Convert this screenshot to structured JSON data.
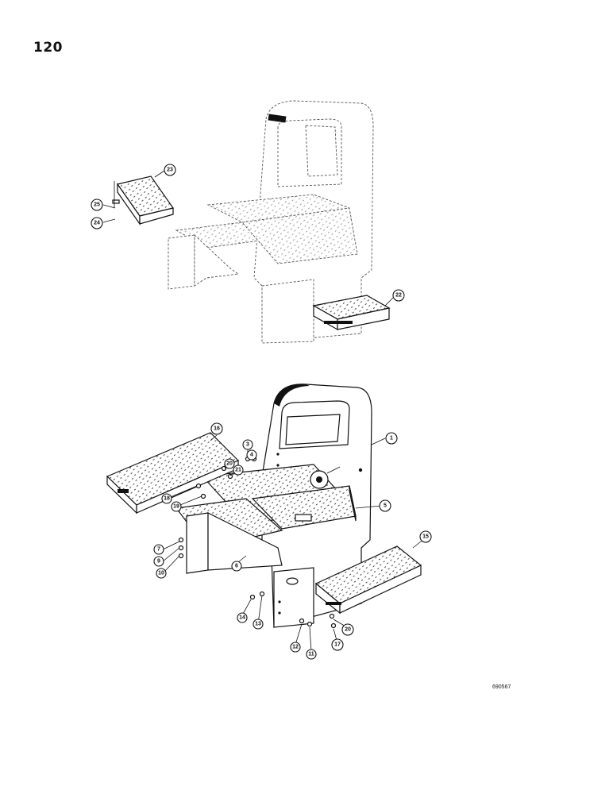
{
  "page": {
    "number": "120",
    "drawing_code": "690567"
  },
  "callouts": {
    "c1": "1",
    "c3": "3",
    "c4": "4",
    "c5": "5",
    "c6": "6",
    "c7": "7",
    "c9": "9",
    "c10": "10",
    "c11": "11",
    "c12": "12",
    "c13": "13",
    "c14": "14",
    "c15": "15",
    "c16": "16",
    "c17": "17",
    "c18": "18",
    "c19": "19",
    "c20a": "20",
    "c20b": "20",
    "c21": "21",
    "c22": "22",
    "c23": "23",
    "c24": "24",
    "c25": "25"
  }
}
